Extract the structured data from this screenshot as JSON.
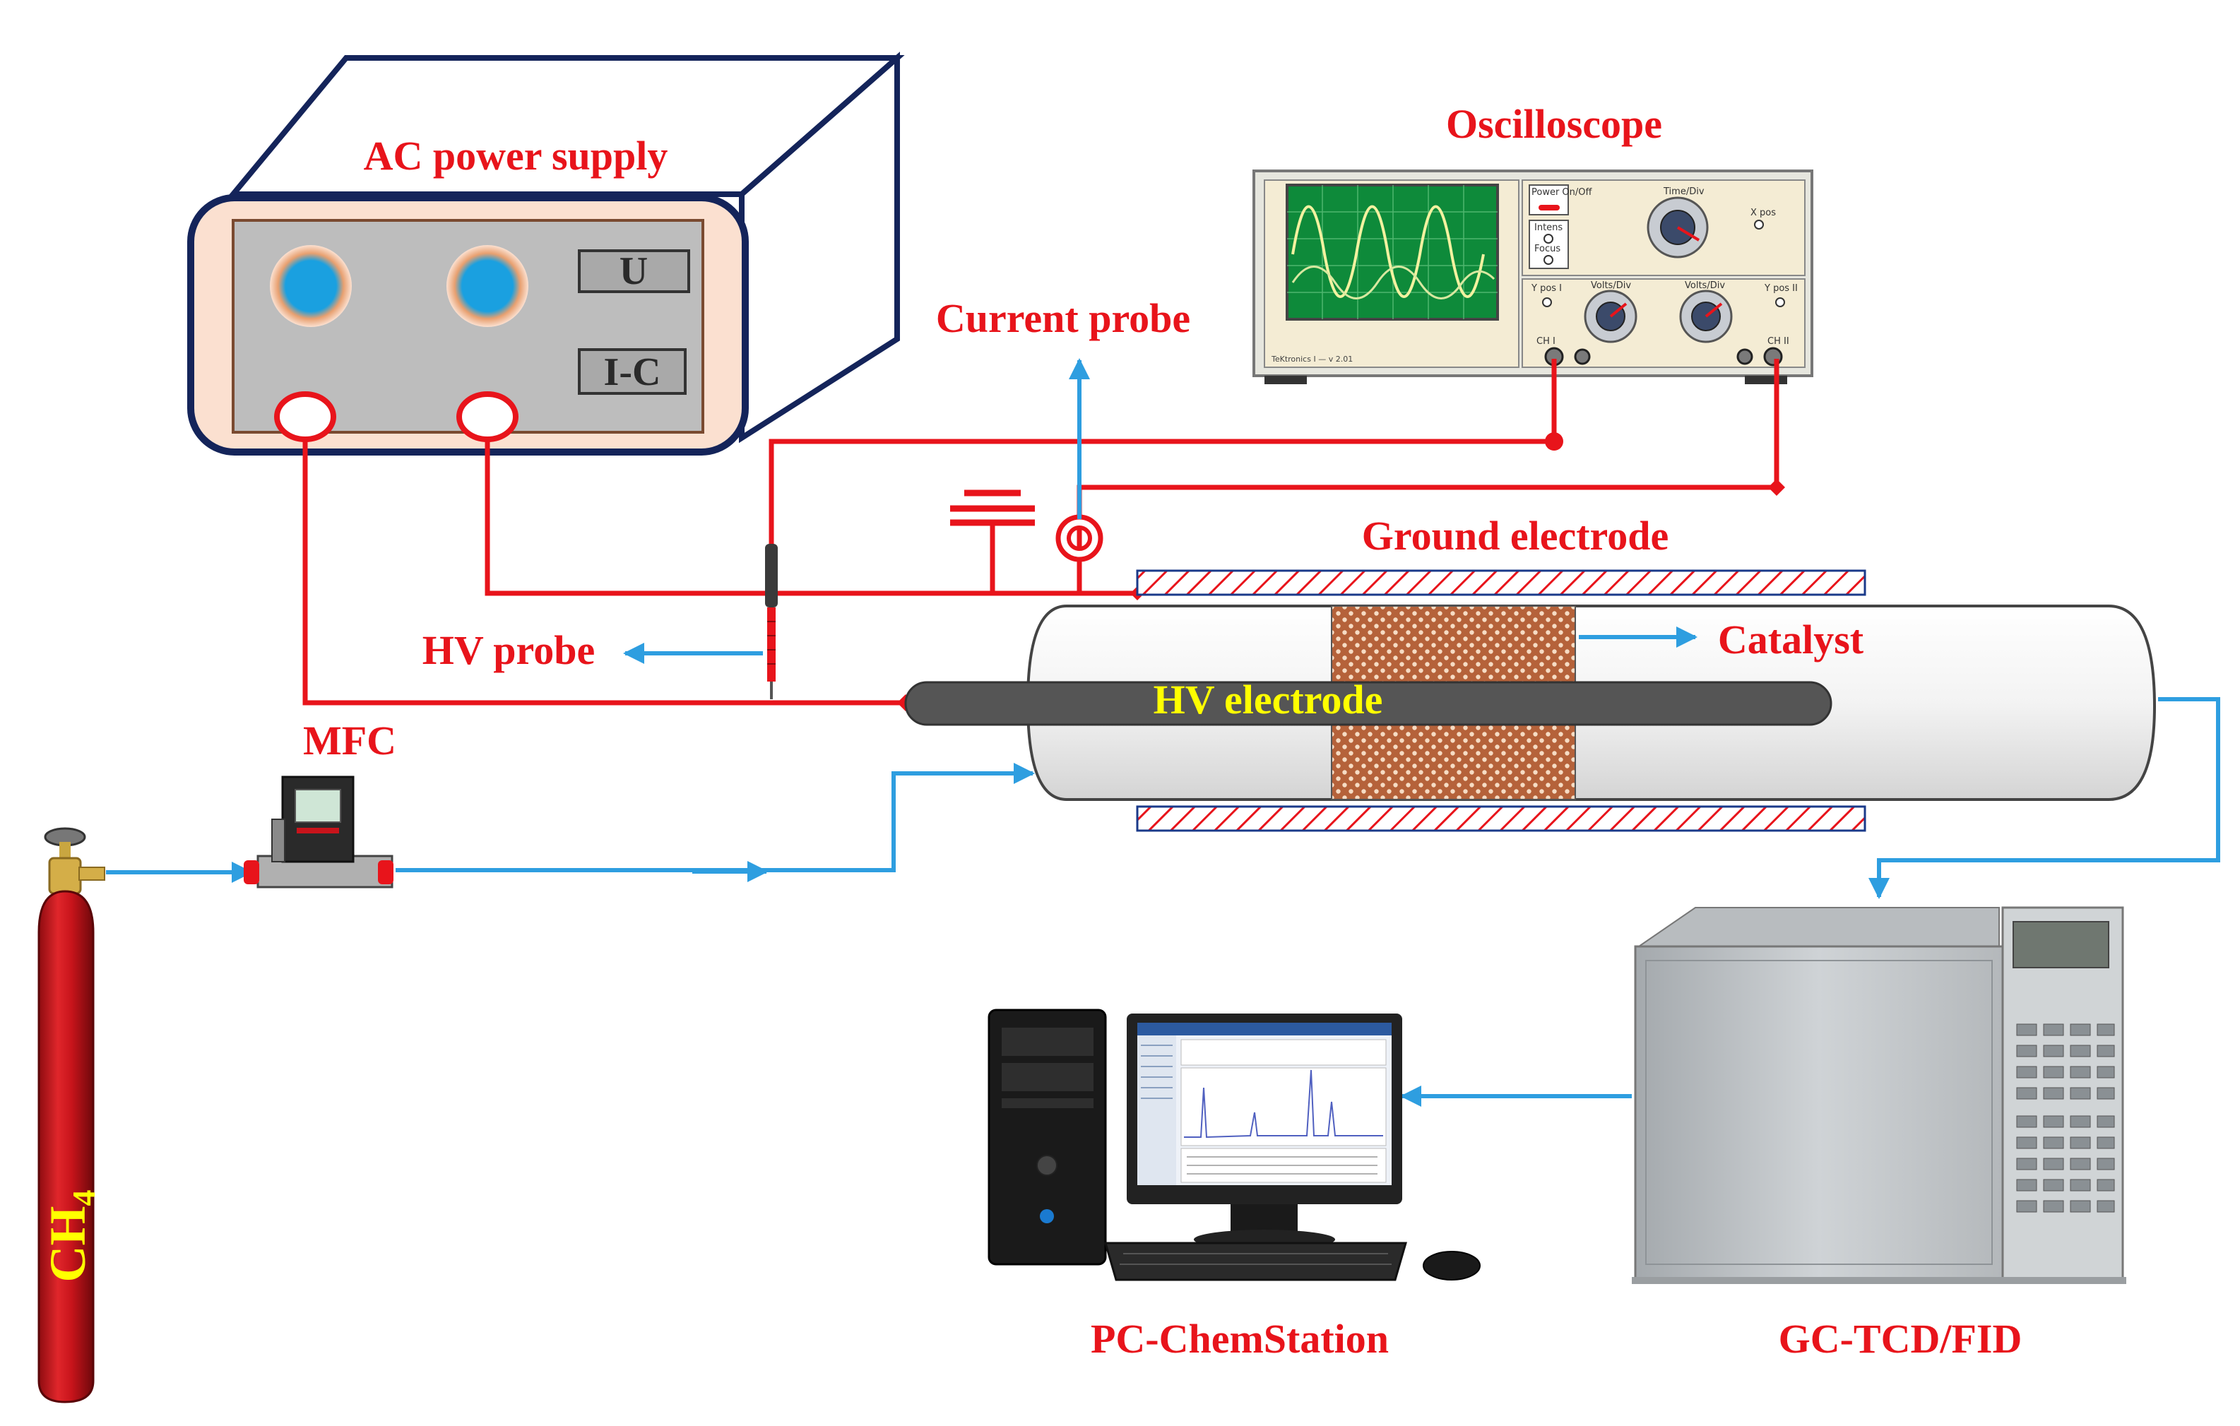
{
  "labels": {
    "ac_power_supply": "AC power supply",
    "u_button": "U",
    "ic_button": "I-C",
    "oscilloscope": "Oscilloscope",
    "current_probe": "Current probe",
    "ground_electrode": "Ground electrode",
    "catalyst": "Catalyst",
    "hv_probe": "HV probe",
    "hv_electrode": "HV electrode",
    "mfc": "MFC",
    "ch4_main": "CH",
    "ch4_sub": "4",
    "pc_chemstation": "PC-ChemStation",
    "gc_tcd_fid": "GC-TCD/FID"
  },
  "oscilloscope_panel": {
    "power": "Power On/Off",
    "intens": "Intens",
    "focus": "Focus",
    "time_div": "Time/Div",
    "x_pos": "X pos",
    "y_pos_1": "Y pos I",
    "y_pos_2": "Y pos II",
    "volts_div_1": "Volts/Div",
    "volts_div_2": "Volts/Div",
    "ch1": "CH I",
    "ch2": "CH II",
    "brand": "TeKtronics I — v 2.01"
  },
  "colors": {
    "wire_red": "#e8141b",
    "flow_blue": "#2e9ee0",
    "label_red": "#e8141b",
    "label_yellow": "#ffff00",
    "box_navy": "#14245a",
    "panel_peach": "#fbe0d0",
    "cylinder_red": "#c8141b",
    "knob_blue": "#1aa0e0"
  }
}
